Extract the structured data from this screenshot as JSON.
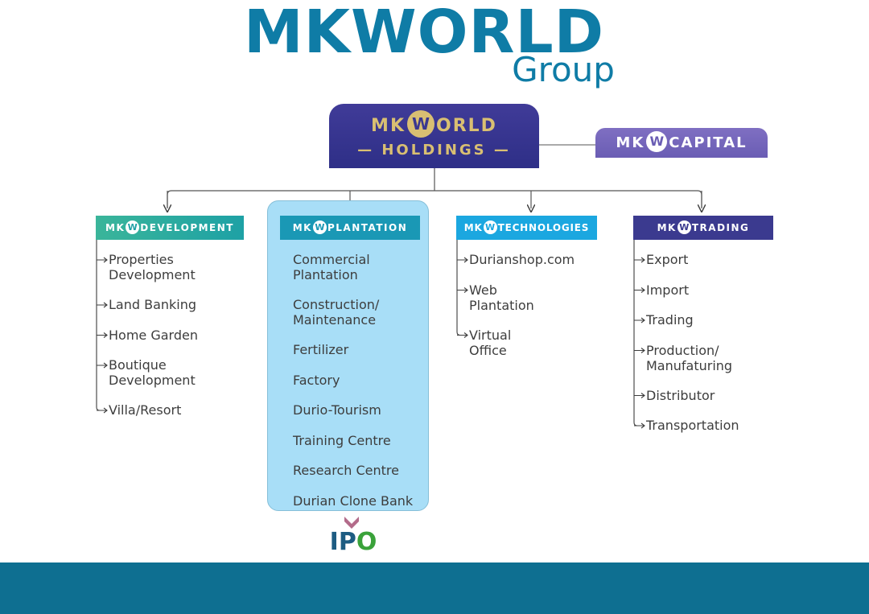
{
  "header": {
    "title": "MKWORLD",
    "subtitle": "Group"
  },
  "holdings": {
    "mk": "MK",
    "badge": "W",
    "orld": "ORLD",
    "dash_left": "—",
    "holdings_label": "HOLDINGS",
    "dash_right": "—"
  },
  "capital": {
    "mk": "MK",
    "badge": "W",
    "label": "CAPITAL"
  },
  "columns": [
    {
      "mk": "MK",
      "badge": "W",
      "name": "DEVELOPMENT",
      "items": [
        "Properties Development",
        "Land Banking",
        "Home Garden",
        "Boutique Development",
        "Villa/Resort"
      ]
    },
    {
      "mk": "MK",
      "badge": "W",
      "name": "PLANTATION",
      "items": [
        "Commercial Plantation",
        "Construction/ Maintenance",
        "Fertilizer",
        "Factory",
        "Durio-Tourism",
        "Training Centre",
        "Research Centre",
        "Durian Clone Bank"
      ]
    },
    {
      "mk": "MK",
      "badge": "W",
      "name": "TECHNOLOGIES",
      "items": [
        "Durianshop.com",
        "Web Plantation",
        "Virtual Office"
      ]
    },
    {
      "mk": "MK",
      "badge": "W",
      "name": "TRADING",
      "items": [
        "Export",
        "Import",
        "Trading",
        "Production/ Manufaturing",
        "Distributor",
        "Transportation"
      ]
    }
  ],
  "ipo": {
    "ip": "IP",
    "o": "O"
  },
  "colors": {
    "brand_blue": "#0f7ca6",
    "holdings_purple": "#2e2f87",
    "gold": "#d9bf72",
    "capital_purple": "#6a5db4",
    "dev_teal": "#1ea1a5",
    "plantation_blue": "#1a98b5",
    "tech_blue": "#1ba7e0",
    "trading_navy": "#3b3a8f",
    "highlight": "#a8def7",
    "footer": "#0e6f91"
  }
}
